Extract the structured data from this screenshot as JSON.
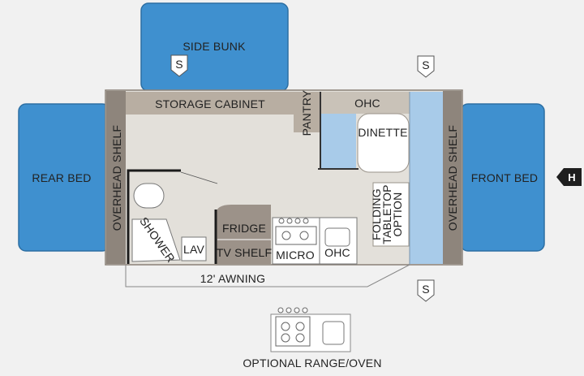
{
  "labels": {
    "side_bunk": "SIDE BUNK",
    "rear_bed": "REAR BED",
    "front_bed": "FRONT BED",
    "storage_cabinet": "STORAGE CABINET",
    "pantry": "PANTRY",
    "ohc_top": "OHC",
    "dinette": "DINETTE",
    "overhead_shelf_left": "OVERHEAD SHELF",
    "overhead_shelf_right": "OVERHEAD SHELF",
    "folding_tabletop_line1": "FOLDING",
    "folding_tabletop_line2": "TABLETOP",
    "folding_tabletop_line3": "OPTION",
    "fridge": "FRIDGE",
    "tv_shelf": "TV SHELF",
    "micro": "MICRO",
    "ohc_bottom": "OHC",
    "shower": "SHOWER",
    "lav": "LAV",
    "awning": "12' AWNING",
    "optional_range": "OPTIONAL RANGE/OVEN"
  },
  "markers": {
    "s_side_bunk": "S",
    "s_top_right": "S",
    "s_bottom_right": "S",
    "hitch": "H"
  },
  "colors": {
    "bed_blue": "#3f90cf",
    "bed_border": "#2d6fa3",
    "light_blue": "#a8cbe9",
    "floor": "#e3e0da",
    "cabinet_tan": "#b8aea2",
    "shelf_dark": "#8e857c",
    "background": "#f1f1f1"
  }
}
